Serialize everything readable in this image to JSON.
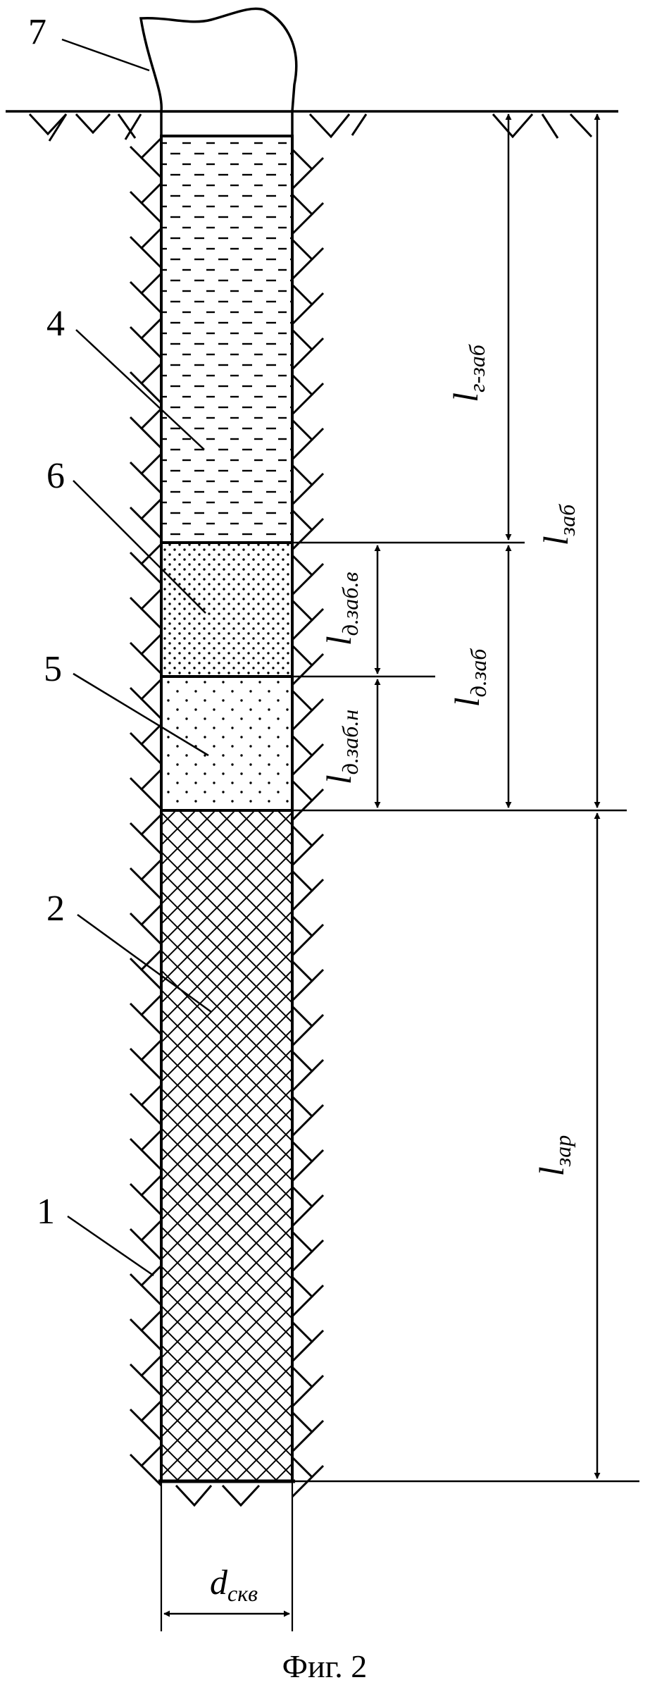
{
  "figure": {
    "caption": "Фиг. 2",
    "callouts": {
      "c1": "1",
      "c2": "2",
      "c4": "4",
      "c5": "5",
      "c6": "6",
      "c7": "7"
    },
    "dimensions": {
      "l_g_zab": {
        "main": "l",
        "sub": "г-заб"
      },
      "l_zab": {
        "main": "l",
        "sub": "заб"
      },
      "l_d_zab_v": {
        "main": "l",
        "sub": "д.заб.в"
      },
      "l_d_zab": {
        "main": "l",
        "sub": "д.заб"
      },
      "l_d_zab_n": {
        "main": "l",
        "sub": "д.заб.н"
      },
      "l_zar": {
        "main": "l",
        "sub": "зар"
      },
      "d_skv": {
        "main": "d",
        "sub": "скв"
      }
    }
  }
}
